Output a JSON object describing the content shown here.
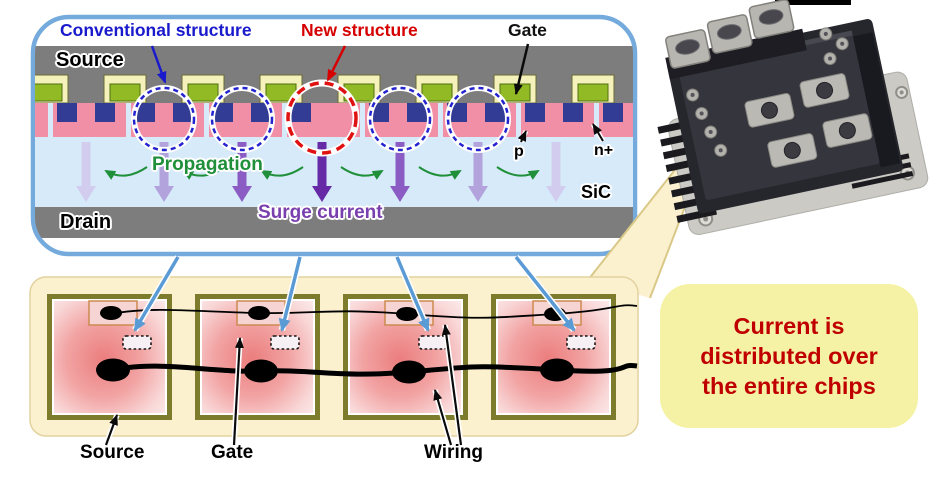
{
  "cross_section": {
    "conventional_label": "Conventional structure",
    "new_label": "New structure",
    "gate_label": "Gate",
    "source_label": "Source",
    "drain_label": "Drain",
    "propagation_label": "Propagation",
    "surge_label": "Surge current",
    "p_label": "p",
    "n_plus_label": "n+",
    "sic_label": "SiC"
  },
  "chip_panel": {
    "source_label": "Source",
    "gate_label": "Gate",
    "wiring_label": "Wiring"
  },
  "callout": {
    "lines": [
      "Current is",
      "distributed over",
      "the entire chips"
    ]
  },
  "colors": {
    "conventional_blue": "#1a1acd",
    "new_structure_red": "#d60000",
    "surge_purple": "#662aa6",
    "propagation_green": "#1f8f3a",
    "sic_fill": "#d7eaf9",
    "p_well_pink": "#f08fa6",
    "n_plus_navy": "#323c94",
    "metal_gray": "#7d7d7d",
    "gate_pad_cream": "#f4f1bb",
    "gate_green": "#92ba25",
    "panel_border_blue": "#74aadc",
    "chip_panel_cream": "#fbf1cf",
    "chip_border_olive": "#7c7c2c",
    "connector_blue": "#5b9bd5",
    "callout_bg": "#f5f2a5",
    "callout_text_red": "#c00000"
  }
}
